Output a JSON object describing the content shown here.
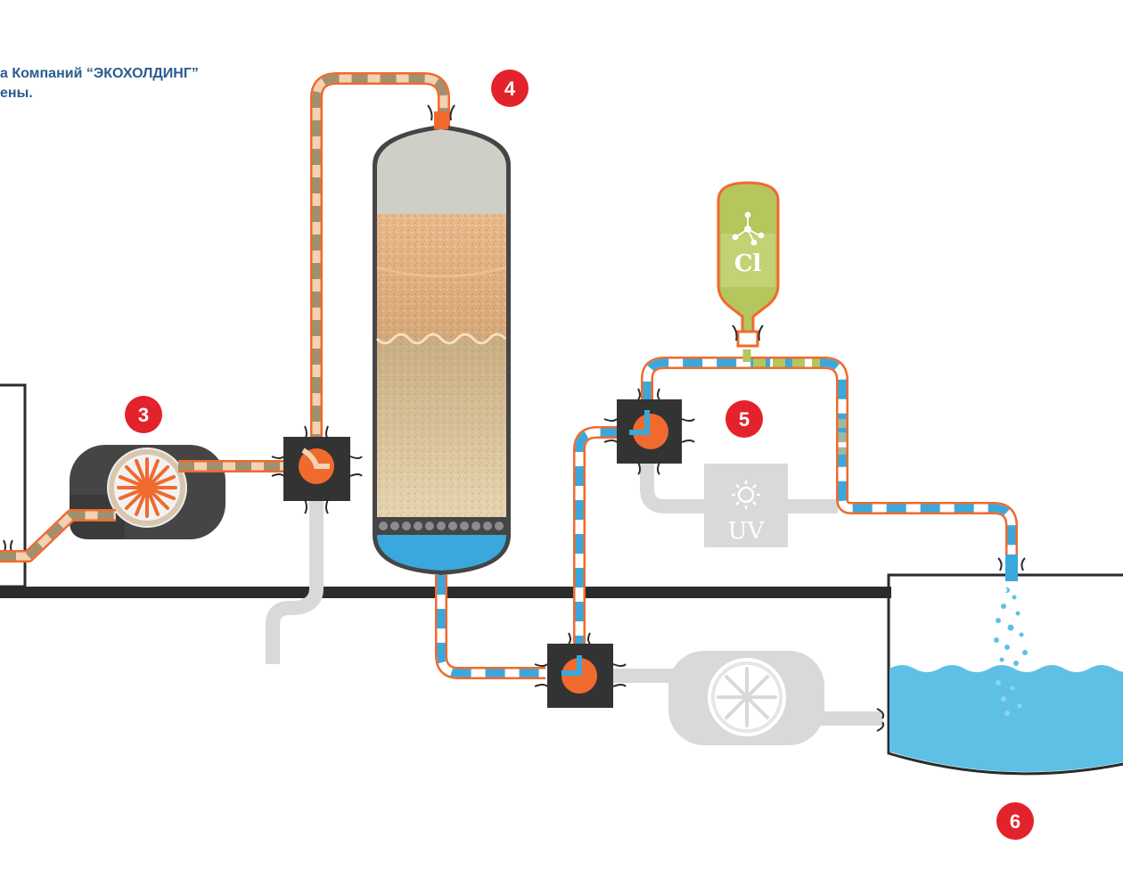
{
  "caption": {
    "line1": "а Компаний “ЭКОХОЛДИНГ”",
    "line2": "ены."
  },
  "markers": [
    {
      "id": "3",
      "label": "3"
    },
    {
      "id": "4",
      "label": "4"
    },
    {
      "id": "5",
      "label": "5"
    },
    {
      "id": "6",
      "label": "6"
    }
  ],
  "chlorine_tank": {
    "label": "Cl"
  },
  "uv_unit": {
    "label": "UV"
  },
  "colors": {
    "water": "#3aa8dc",
    "pipe_outline": "#f06a2e",
    "dirty_a": "#f2d2b0",
    "dirty_b": "#a09070",
    "chlorine": "#b4c65c",
    "dark_unit": "#3c3c3c",
    "inactive": "#d9d9d9",
    "marker": "#e3232b",
    "ground": "#2b2b2b"
  }
}
